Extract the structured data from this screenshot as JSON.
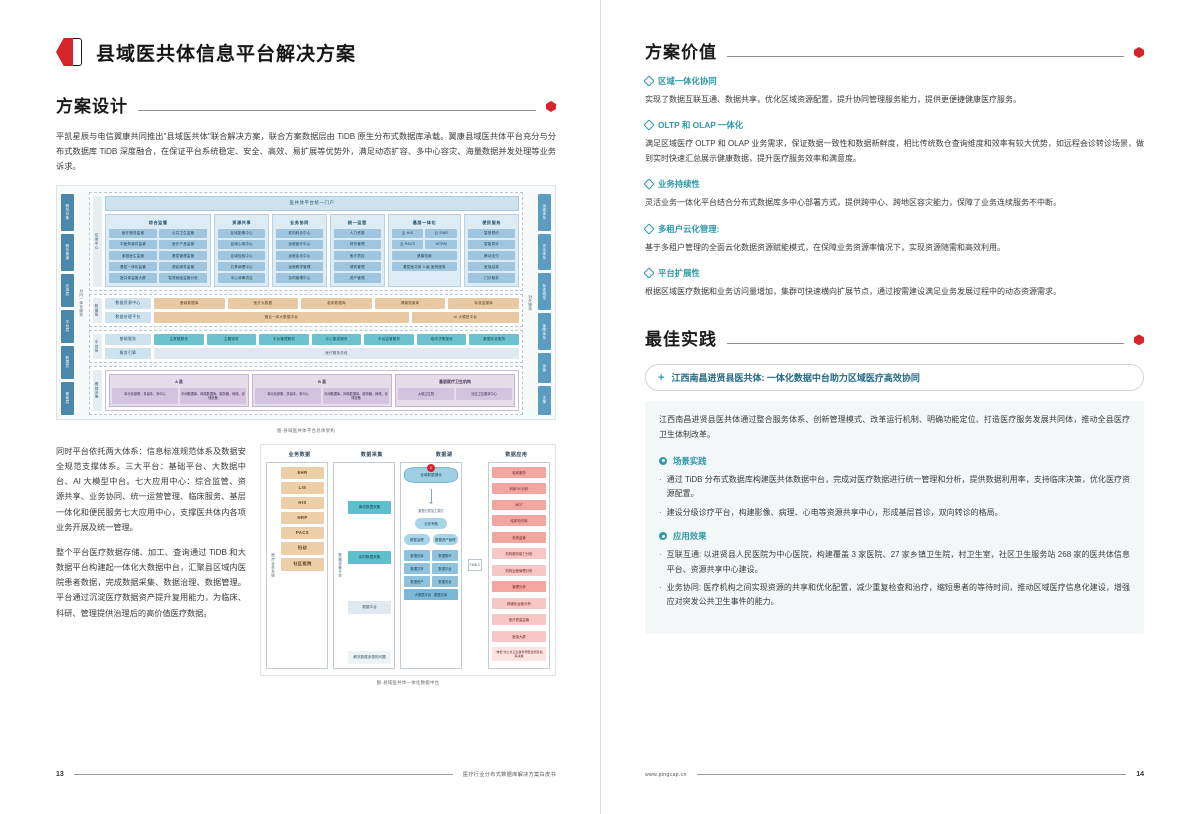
{
  "doc": {
    "title": "县域医共体信息平台解决方案",
    "logo_icon": "hexagon-logo-icon"
  },
  "left_page": {
    "page_number": "13",
    "footer_text": "医疗行业分布式数据库解决方案白皮书",
    "section_design": {
      "heading": "方案设计",
      "marker_icon": "red-cube-icon",
      "intro": "平凯星辰与电信翼康共同推出\"县域医共体\"联合解决方案，联合方案数据层由 TiDB 原生分布式数据库承载。翼康县域医共体平台充分与分布式数据库 TiDB 深度融合，在保证平台系统稳定、安全、高效、易扩展等优势外，满足动态扩容、多中心容灾、海量数据并发处理等业务诉求。",
      "paragraph_2": "同时平台依托两大体系：信息标准规范体系及数据安全规范支撑体系。三大平台：基础平台、大数据中台、AI 大模型中台。七大应用中心：综合监管、资源共享、业务协同、统一运营管理、临床服务、基层一体化和便民服务七大应用中心，支撑医共体内各项业务开展及统一管理。",
      "paragraph_3": "整个平台医疗数据存储、加工、查询通过 TiDB 和大数据平台构建起一体化大数据中台，汇聚县区域内医院患者数据，完成数据采集、数据治理、数据管理。平台通过沉淀医疗数据资产提升复用能力，为临床、科研、管理提供治理后的高价值医疗数据。"
    },
    "arch_figure": {
      "caption": "图-县域医共体平台总体架构",
      "left_tabs": [
        "服务对象",
        "服务渠道",
        "应用层",
        "平台层",
        "数据层",
        "基础层"
      ],
      "right_tabs": [
        "运维体系",
        "安全体系",
        "标准规范",
        "保障体系",
        "运营",
        "支撑"
      ],
      "side_label_top": "对外服务",
      "side_label_mid": "对内一体化服务",
      "portal": "医共体平台统一门户",
      "band_app_label": "应用中心",
      "app_groups": [
        {
          "title": "综合监管",
          "cells": [
            "医疗服务监管",
            "公共卫生监管",
            "中医药事件监管",
            "医疗产品监管",
            "家庭医生监管",
            "基层管理监管",
            "基层一体化监管",
            "便民服务监管",
            "医共体监管大屏",
            "智慧就医监管分析"
          ]
        },
        {
          "title": "资源共享",
          "cells": [
            "区域影像中心",
            "区域心电中心",
            "区域检验中心",
            "共享病理中心",
            "中心消毒供应"
          ]
        },
        {
          "title": "业务协同",
          "cells": [
            "双向转诊中心",
            "远程医疗中心",
            "远程会诊中心",
            "远程教学管理",
            "协同管理中心"
          ]
        },
        {
          "title": "统一运营",
          "cells": [
            "人力资源",
            "财务管理",
            "医疗质控",
            "绩效管理",
            "资产管理"
          ]
        },
        {
          "title": "基层一体化",
          "cells": [
            "云 HIS",
            "云 EMR",
            "云 PACS",
            "HCRM",
            "健康档案",
            "基层医共体 4 级 医院服务"
          ]
        },
        {
          "title": "便民服务",
          "cells": [
            "智慧预约",
            "智能导诊",
            "移动支付",
            "医保结算",
            "门诊服务"
          ]
        }
      ],
      "data_rows": [
        {
          "name": "数据资源中心",
          "items": [
            "基础数据库",
            "医疗大数据",
            "临床数据库",
            "健康档案库",
            "标准监管库"
          ]
        },
        {
          "name": "数据处理平台",
          "items": [
            "融合一体大数据中台",
            "AI 大模型中台"
          ]
        }
      ],
      "service_rows": [
        {
          "name": "基础服务",
          "items": [
            "主数据服务",
            "主题服务",
            "平台管理服务",
            "中心集成服务",
            "平台监管服务",
            "临床决策服务",
            "数据标准服务"
          ]
        },
        {
          "name": "服务引擎",
          "items": [
            "医疗服务总线"
          ]
        }
      ],
      "band_infra_label": "基础设施",
      "datacenters": [
        {
          "title": "A 县",
          "cells": [
            "单元化部署、多副本、多中心",
            "中间数据库、网络数据库、服务器、网络、存储设备"
          ]
        },
        {
          "title": "B 县",
          "cells": [
            "单元化部署、多副本、多中心",
            "中间数据库、网络数据库、服务器、网络、存储设备"
          ]
        },
        {
          "title": "基层医疗卫生机构",
          "cells": [
            "乡镇卫生院",
            "社区卫生服务中心"
          ]
        }
      ]
    },
    "flow_figure": {
      "caption": "图-县域医共体一体化数据中台",
      "columns": [
        "业务数据",
        "数据采集",
        "数据湖",
        "数据应用"
      ],
      "source_label": "医疗业务系统",
      "sources": [
        "EHR",
        "LIS",
        "HIS",
        "HRP",
        "PACS",
        "妇幼",
        "社区医院"
      ],
      "collect": [
        "离线数据采集",
        "实时数据采集",
        "数据平台",
        "解决数据多源的问题"
      ],
      "collect_side_label": "数据采集平台",
      "lake": {
        "top": "全域数据湖仓",
        "top_badge": "1",
        "arrow_label": "数据分层加工模式",
        "node_theme": "业务专题",
        "node_left": "数据治理",
        "node_right": "数据资产管理",
        "grid": [
          "数据仓库",
          "数据集市",
          "数据共享",
          "数据中台",
          "数据资产",
          "数据安全"
        ],
        "footer": "大数据平台 - 数据仓库"
      },
      "connector_label": "TiDB C",
      "apps": [
        "临床服务",
        "科研 BI 分析",
        "MDT",
        "临床知识库",
        "机构监管",
        "机构服务能力分析",
        "机构运营管理分析",
        "管理分析",
        "精细化运营分析",
        "医疗质量监管",
        "医保大屏",
        "\"体检\"式公共卫生事件预警监测及指挥决策"
      ]
    }
  },
  "right_page": {
    "page_number": "14",
    "footer_url": "www.pingcap.cn",
    "section_value": {
      "heading": "方案价值",
      "marker_icon": "red-cube-icon",
      "items": [
        {
          "title": "区域一体化协同",
          "body": "实现了数据互联互通、数据共享，优化区域资源配置，提升协同管理服务能力，提供更便捷健康医疗服务。"
        },
        {
          "title": "OLTP 和 OLAP 一体化",
          "body": "满足区域医疗 OLTP 和 OLAP 业务需求，保证数据一致性和数据新鲜度，相比传统数仓查询维度和效率有较大优势，如远程会诊转诊场景，做到实时快速汇总展示健康数据，提升医疗服务效率和满意度。"
        },
        {
          "title": "业务持续性",
          "body": "灵活业务一体化平台结合分布式数据库多中心部署方式，提供跨中心、跨地区容灾能力，保障了业务连续服务不中断。"
        },
        {
          "title": "多租户云化管理:",
          "body": "基于多租户管理的全面云化数据资源赋能模式，在保障业务资源率情况下，实现资源随需和高效利用。"
        },
        {
          "title": "平台扩展性",
          "body": "根据区域医疗数据和业务访问量增加，集群可快速横向扩展节点，通过按需建设满足业务发展过程中的动态资源需求。"
        }
      ]
    },
    "section_practice": {
      "heading": "最佳实践",
      "marker_icon": "red-cube-icon",
      "case_title": "江西南昌进贤县医共体: 一体化数据中台助力区域医疗高效协同",
      "case_plus": "+",
      "lead": "江西南昌进贤县医共体通过整合服务体系、创新管理模式、改革运行机制、明确功能定位、打造医疗服务发展共同体，推动全县医疗卫生体制改革。",
      "groups": [
        {
          "title": "场景实践",
          "bullets": [
            "通过 TiDB 分布式数据库构建医共体数据中台，完成对医疗数据进行统一管理和分析，提供数据利用率，支持临床决策，优化医疗资源配置。",
            "建设分级诊疗平台，构建影像、病理、心电等资源共享中心，形成基层首诊，双向转诊的格局。"
          ]
        },
        {
          "title": "应用效果",
          "bullets": [
            "互联互通: 以进贤县人民医院为中心医院，构建覆盖 3 家医院、27 家乡镇卫生院，村卫生室，社区卫生服务站 268 家的医共体信息平台、资源共享中心建设。",
            "业务协同: 医疗机构之间实现资源的共享和优化配置，减少重复检查和治疗，缩短患者的等待时间，推动区域医疗信息化建设，增强应对突发公共卫生事件的能力。"
          ]
        }
      ]
    }
  },
  "colors": {
    "brand_red": "#d6252a",
    "accent_teal": "#2f9aa8",
    "heading_dark": "#1a1a1a",
    "panel_bg": "#f4f7f8"
  }
}
